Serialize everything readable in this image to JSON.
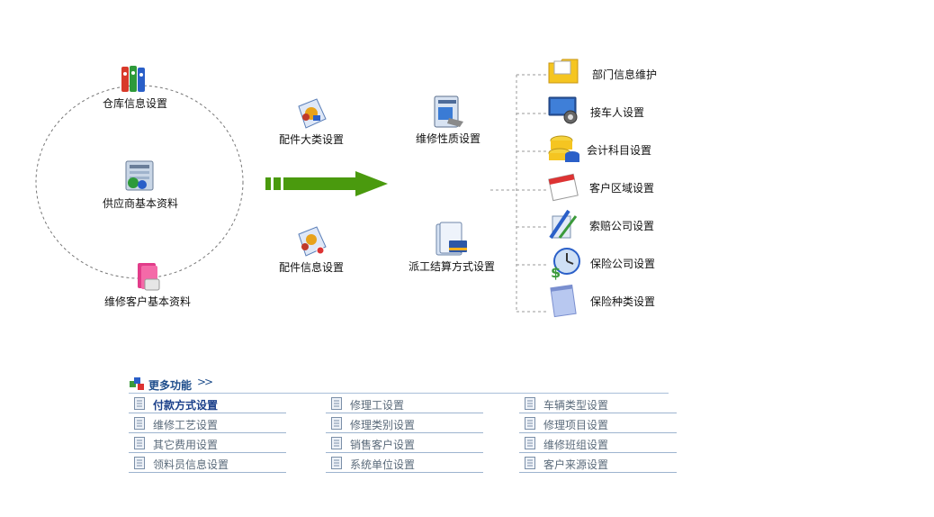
{
  "left_group": {
    "warehouse": {
      "label": "仓库信息设置",
      "icon": "binders-icon"
    },
    "supplier": {
      "label": "供应商基本资料",
      "icon": "supplier-database-icon"
    },
    "customer": {
      "label": "维修客户基本资料",
      "icon": "pink-folder-icon"
    }
  },
  "middle": {
    "parts_category": {
      "label": "配件大类设置",
      "icon": "parts-icon"
    },
    "parts_info": {
      "label": "配件信息设置",
      "icon": "parts-edit-icon"
    },
    "repair_nature": {
      "label": "维修性质设置",
      "icon": "wrench-folder-icon"
    },
    "dispatch_settlement": {
      "label": "派工结算方式设置",
      "icon": "visa-folder-icon"
    },
    "arrow_color": "#4a9a0e"
  },
  "right_items": [
    {
      "label": "部门信息维护",
      "icon": "folder-icon"
    },
    {
      "label": "接车人设置",
      "icon": "monitor-gear-icon"
    },
    {
      "label": "会计科目设置",
      "icon": "coin-stack-icon"
    },
    {
      "label": "客户区域设置",
      "icon": "calendar-icon"
    },
    {
      "label": "索赔公司设置",
      "icon": "pen-tools-icon"
    },
    {
      "label": "保险公司设置",
      "icon": "clock-dollar-icon"
    },
    {
      "label": "保险种类设置",
      "icon": "notepad-icon"
    }
  ],
  "more": {
    "title": "更多功能",
    "arrow": ">>",
    "columns": [
      [
        "付款方式设置",
        "维修工艺设置",
        "其它费用设置",
        "领料员信息设置"
      ],
      [
        "修理工设置",
        "修理类别设置",
        "销售客户设置",
        "系统单位设置"
      ],
      [
        "车辆类型设置",
        "修理项目设置",
        "维修班组设置",
        "客户来源设置"
      ]
    ]
  }
}
